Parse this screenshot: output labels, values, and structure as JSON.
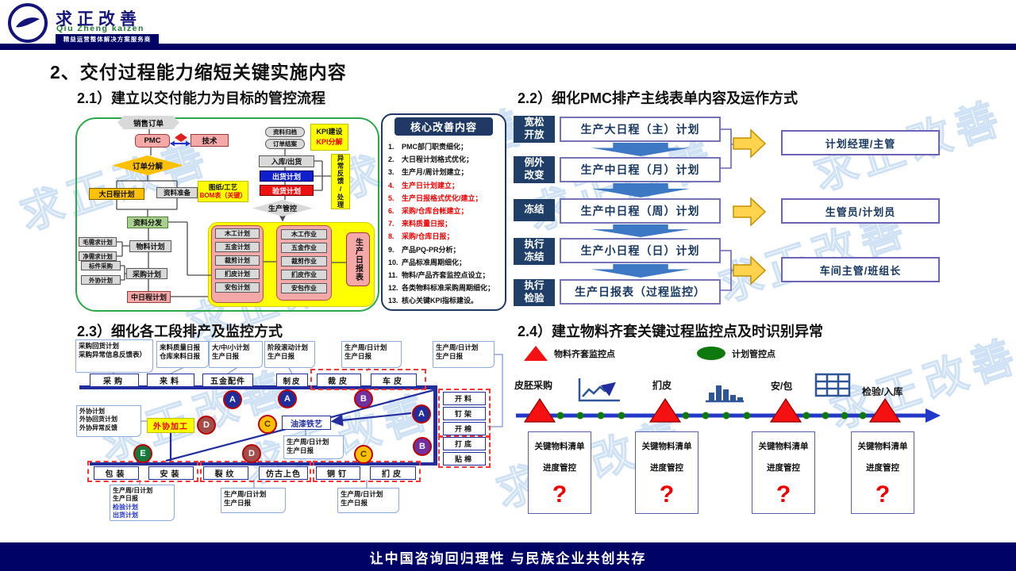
{
  "header": {
    "brand": "求正改善",
    "brand_sub": "Qiu Zheng kaizen",
    "brand_tagline": "精益运营整体解决方案服务商"
  },
  "watermark": "求正改善",
  "page_title": "2、交付过程能力缩短关键实施内容",
  "footer": "让中国咨询回归理性  与民族企业共创共存",
  "colors": {
    "navy": "#010266",
    "green_frame": "#2BA84A",
    "alert_red": "#FF0000",
    "highlight_yellow": "#FFFF00",
    "flow_blue": "#232E9E"
  },
  "s21": {
    "heading": "2.1）建立以交付能力为目标的管控流程",
    "sales_order": "销售订单",
    "pmc": "PMC",
    "tech": "技术",
    "order_split": "订单分解",
    "big_plan": "大日程计划",
    "material_prep": "资料准备",
    "note_drawing1": "图纸/工艺",
    "note_drawing2": "BOM表（关键）",
    "dispatch": "资料分发",
    "gross": "毛需求计划",
    "net": "净需求计划",
    "material_plan": "物料计划",
    "std_buy": "标件采购",
    "outsource_plan": "外协计划",
    "purchase_plan": "采购计划",
    "mid_plan": "中日程计划",
    "archive": "资料归档",
    "close": "订单结案",
    "kpi1": "KPI建设",
    "kpi2": "KPI分解",
    "in_out": "入库/出货",
    "ship_plan": "出货计划",
    "check_plan": "验货计划",
    "abnormal": "异常反馈/处理",
    "prod_ctrl": "生产管控",
    "plans": [
      "木工计划",
      "五金计划",
      "裁剪计划",
      "扪皮计划",
      "安包计划"
    ],
    "works": [
      "木工作业",
      "五金作业",
      "裁剪作业",
      "扪皮作业",
      "安包作业"
    ],
    "daily_report": "生产日报表"
  },
  "core": {
    "title": "核心改善内容",
    "items": [
      {
        "n": "1.",
        "t": "PMC部门职责细化；"
      },
      {
        "n": "2.",
        "t": "大日程计划格式优化；"
      },
      {
        "n": "3.",
        "t": "生产月/周计划建立；"
      },
      {
        "n": "4.",
        "t": "生产日计划建立；"
      },
      {
        "n": "5.",
        "t": "生产日报格式优化/建立；"
      },
      {
        "n": "6.",
        "t": "采购/仓库台帐建立；"
      },
      {
        "n": "7.",
        "t": "来料质量日报；"
      },
      {
        "n": "8.",
        "t": "采购/仓库日报；"
      },
      {
        "n": "9.",
        "t": "产品PQ-PR分析；"
      },
      {
        "n": "10.",
        "t": "产品标准周期细化；"
      },
      {
        "n": "11.",
        "t": "物料/产品齐套监控点设立；"
      },
      {
        "n": "12.",
        "t": "各类物料标准采购周期细化；"
      },
      {
        "n": "13.",
        "t": "核心关键KPI指标建设。"
      }
    ]
  },
  "s22": {
    "heading": "2.2）细化PMC排产主线表单内容及运作方式",
    "stages": [
      "宽松开放",
      "例外改变",
      "冻结",
      "执行冻结",
      "执行检验"
    ],
    "plans": [
      "生产大日程（主）计划",
      "生产中日程（月）计划",
      "生产中日程（周）计划",
      "生产小日程（日）计划",
      "生产日报表（过程监控）"
    ],
    "roles": [
      "计划经理/主管",
      "生管员/计划员",
      "车间主管/班组长"
    ]
  },
  "s23": {
    "heading": "2.3）细化各工段排产及监控方式",
    "c1a": "采购回货计划",
    "c1b": "采购异常信息反馈表）",
    "c2a": "来料质量日报",
    "c2b": "仓库来料日报",
    "c3a": "大/中/小计划",
    "c3b": "生产日报",
    "c4a": "阶段滚动计划",
    "c4b": "生产日报",
    "cwd1": "生产周/日计划",
    "cwd2": "生产日报",
    "top_row": [
      "采购",
      "来料",
      "五金配件",
      "制皮",
      "裁皮",
      "车皮"
    ],
    "right_col": [
      "开料",
      "钉架",
      "开棉",
      "打底",
      "贴棉"
    ],
    "bottom_row": [
      "包装",
      "安装",
      "裂纹",
      "仿古上色",
      "铜钉",
      "扪皮"
    ],
    "outsource_box": "外协加工",
    "paint_box": "油漆铁艺",
    "oc1": "外协计划",
    "oc2": "外协回货计划",
    "oc3": "外协异常反馈",
    "pack_extra1": "检验计划",
    "pack_extra2": "出货计划",
    "circles": {
      "a": "A",
      "b": "B",
      "c": "C",
      "d": "D",
      "e": "E"
    }
  },
  "s24": {
    "heading": "2.4）建立物料齐套关键过程监控点及时识别异常",
    "legend_material": "物料齐套监控点",
    "legend_plan": "计划管控点",
    "steps": [
      "皮胚采购",
      "扪皮",
      "安/包",
      "检验/入库"
    ],
    "card1": "关键物料清单",
    "card2": "进度管控",
    "q": "?"
  }
}
